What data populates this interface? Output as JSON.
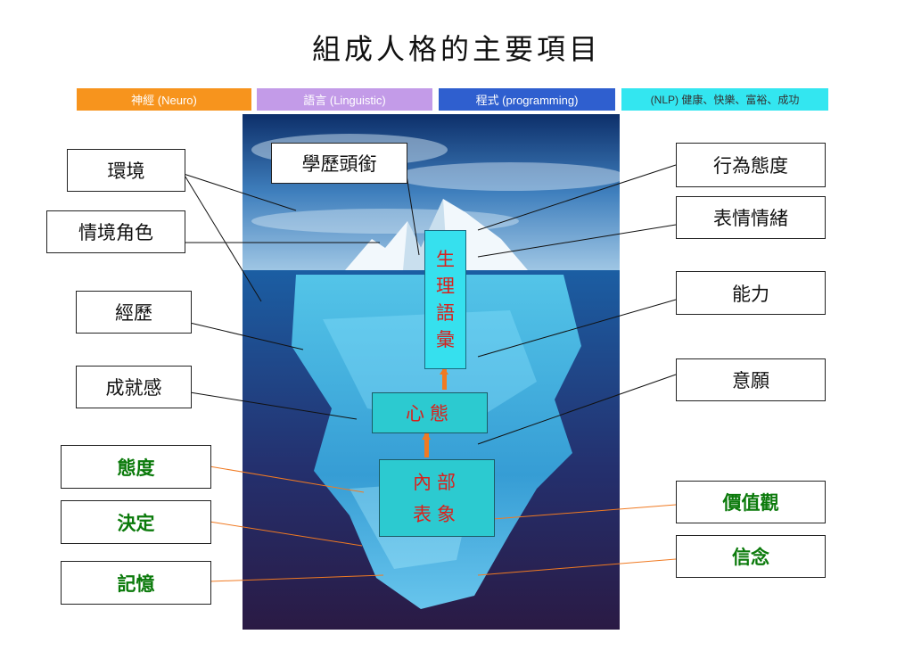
{
  "title": "組成人格的主要項目",
  "bars": {
    "neuro": "神經 (Neuro)",
    "linguistic": "語言 (Linguistic)",
    "programming": "程式 (programming)",
    "nlp": "(NLP) 健康、快樂、富裕、成功"
  },
  "left_labels": {
    "environment": "環境",
    "role": "情境角色",
    "experience": "經歷",
    "achievement": "成就感",
    "attitude": "態度",
    "decision": "決定",
    "memory": "記憶"
  },
  "right_labels": {
    "behavior": "行為態度",
    "emotion": "表情情緒",
    "ability": "能力",
    "willingness": "意願",
    "values": "價值觀",
    "beliefs": "信念"
  },
  "top_label": "學歷頭銜",
  "vertical_label": [
    "生",
    "理",
    "語",
    "彙"
  ],
  "mindset": "心態",
  "inner": [
    "內部",
    "表象"
  ],
  "colors": {
    "neuro": "#f7941d",
    "linguistic": "#c39be8",
    "programming": "#2f5fcf",
    "nlp": "#33e6f0",
    "label_green": "#0b7a0b",
    "inner_text_red": "#d9201c"
  }
}
